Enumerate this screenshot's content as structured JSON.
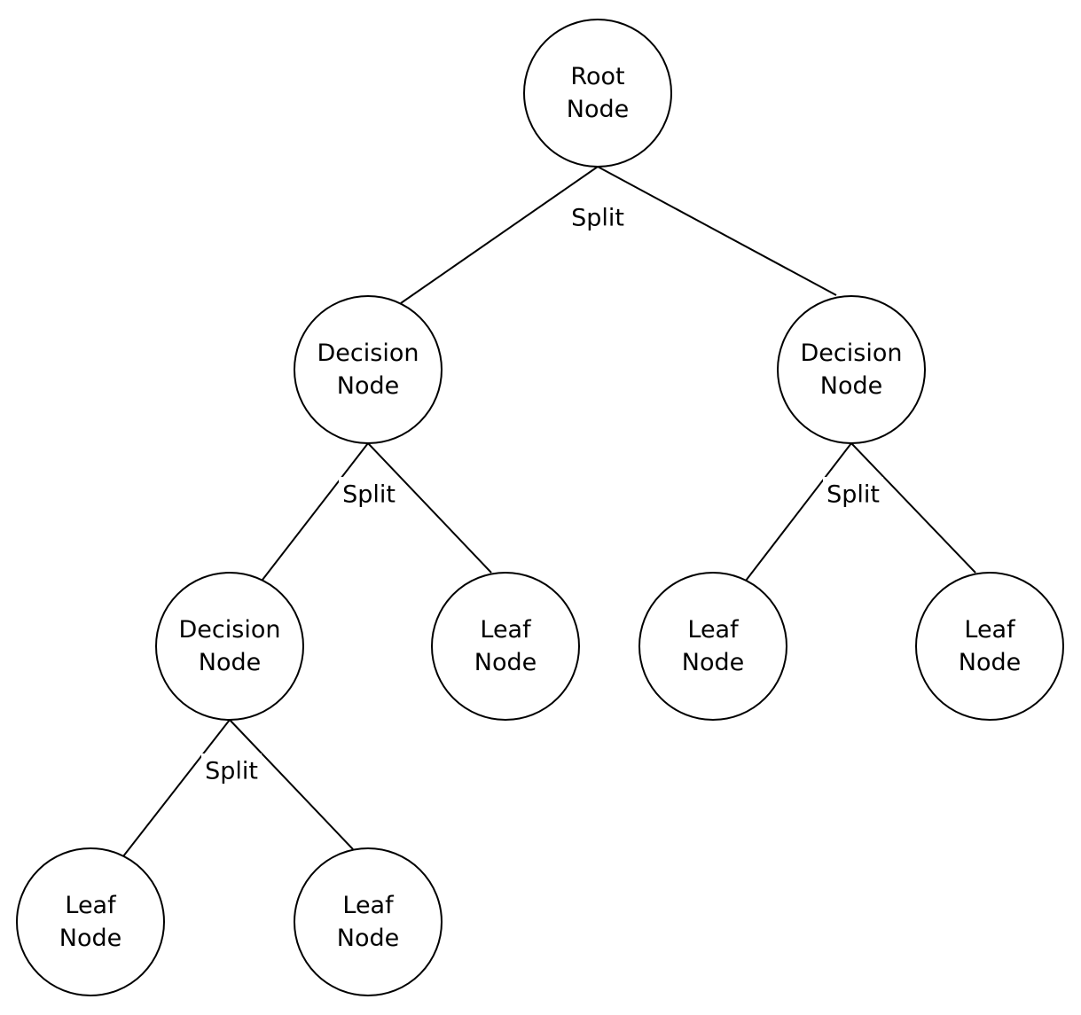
{
  "diagram": {
    "nodes": [
      {
        "id": "root",
        "lines": [
          "Root",
          "Node"
        ]
      },
      {
        "id": "decision-left",
        "lines": [
          "Decision",
          "Node"
        ]
      },
      {
        "id": "decision-right",
        "lines": [
          "Decision",
          "Node"
        ]
      },
      {
        "id": "decision-left-child",
        "lines": [
          "Decision",
          "Node"
        ]
      },
      {
        "id": "leaf-left-right",
        "lines": [
          "Leaf",
          "Node"
        ]
      },
      {
        "id": "leaf-right-left",
        "lines": [
          "Leaf",
          "Node"
        ]
      },
      {
        "id": "leaf-right-right",
        "lines": [
          "Leaf",
          "Node"
        ]
      },
      {
        "id": "leaf-bottom-left",
        "lines": [
          "Leaf",
          "Node"
        ]
      },
      {
        "id": "leaf-bottom-right",
        "lines": [
          "Leaf",
          "Node"
        ]
      }
    ],
    "edges": [
      {
        "from": "root",
        "to": "decision-left"
      },
      {
        "from": "root",
        "to": "decision-right"
      },
      {
        "from": "decision-left",
        "to": "decision-left-child"
      },
      {
        "from": "decision-left",
        "to": "leaf-left-right"
      },
      {
        "from": "decision-right",
        "to": "leaf-right-left"
      },
      {
        "from": "decision-right",
        "to": "leaf-right-right"
      },
      {
        "from": "decision-left-child",
        "to": "leaf-bottom-left"
      },
      {
        "from": "decision-left-child",
        "to": "leaf-bottom-right"
      }
    ],
    "splits": [
      {
        "parent": "root",
        "label": "Split"
      },
      {
        "parent": "decision-left",
        "label": "Split"
      },
      {
        "parent": "decision-right",
        "label": "Split"
      },
      {
        "parent": "decision-left-child",
        "label": "Split"
      }
    ]
  }
}
